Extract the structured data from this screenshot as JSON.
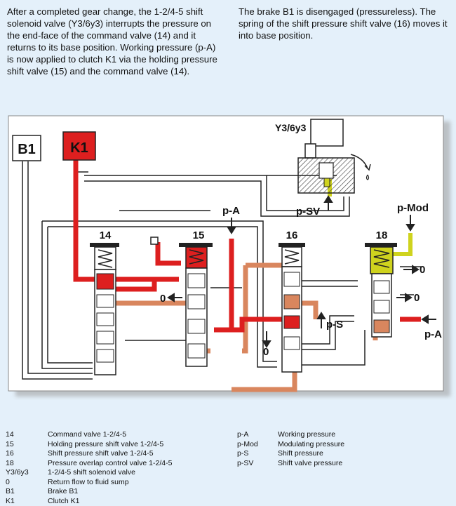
{
  "paragraphs": {
    "left": "After a completed gear change, the 1-2/4-5 shift solenoid valve (Y3/6y3) interrupts the pressure on the end-face of the command valve (14) and it returns to its base position. Working pressure (p-A) is now applied to clutch K1 via the holding pressure shift valve (15) and the command valve (14).",
    "right": "The brake B1 is disengaged (pressureless). The spring of the shift pressure shift valve (16) moves it into base position."
  },
  "diagram": {
    "b1": "B1",
    "k1": "K1",
    "solenoid": "Y3/6y3",
    "valve14": "14",
    "valve15": "15",
    "valve16": "16",
    "valve18": "18",
    "psv": "p-SV",
    "pa_top": "p-A",
    "pmod": "p-Mod",
    "ps": "p-S",
    "pa_right": "p-A",
    "zero_a": "0",
    "zero_b": "0",
    "zero_c": "0",
    "zero_d": "0"
  },
  "colors": {
    "working_pressure": "#dd1f1f",
    "shift_pressure": "#d9865e",
    "modulating_pressure": "#cfd31e",
    "line": "#222222",
    "background": "#e4f0fa"
  },
  "legend_left": [
    {
      "key": "14",
      "desc": "Command valve 1-2/4-5"
    },
    {
      "key": "15",
      "desc": "Holding pressure shift valve 1-2/4-5"
    },
    {
      "key": "16",
      "desc": "Shift pressure shift valve 1-2/4-5"
    },
    {
      "key": "18",
      "desc": "Pressure overlap control valve 1-2/4-5"
    },
    {
      "key": "Y3/6y3",
      "desc": "1-2/4-5 shift solenoid valve"
    },
    {
      "key": "0",
      "desc": "Return flow to fluid sump"
    },
    {
      "key": "B1",
      "desc": "Brake B1"
    },
    {
      "key": "K1",
      "desc": "Clutch K1"
    }
  ],
  "legend_right": [
    {
      "key": "p-A",
      "desc": "Working pressure"
    },
    {
      "key": "p-Mod",
      "desc": "Modulating pressure"
    },
    {
      "key": "p-S",
      "desc": "Shift pressure"
    },
    {
      "key": "p-SV",
      "desc": "Shift valve pressure"
    }
  ]
}
